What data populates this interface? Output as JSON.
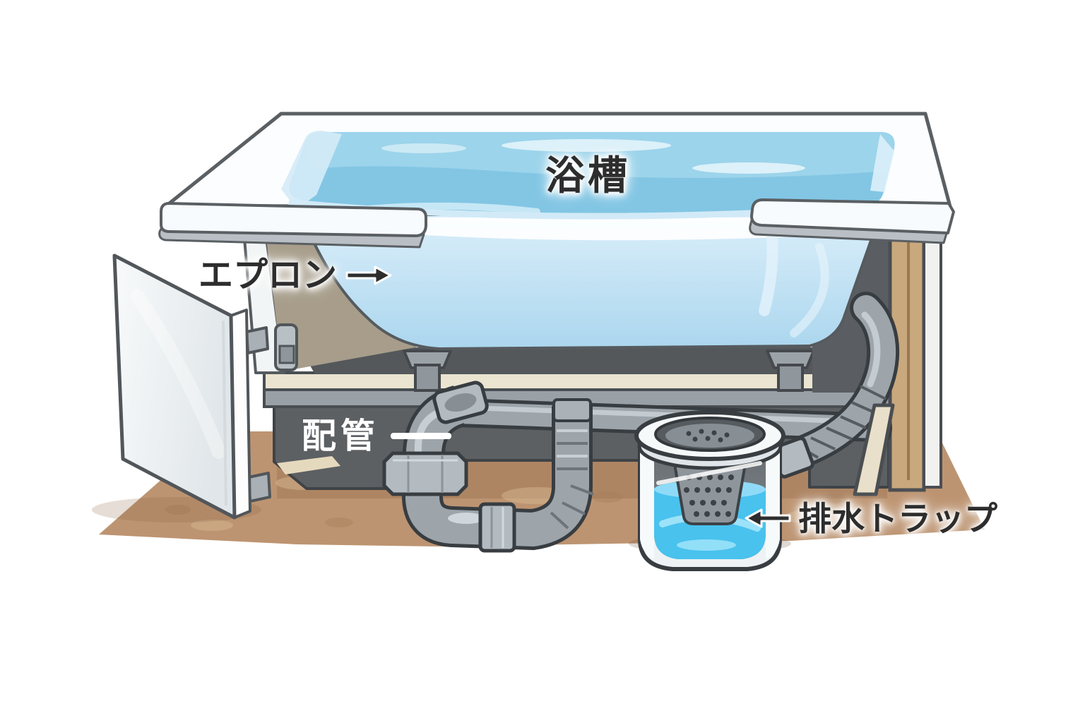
{
  "labels": {
    "bathtub": "浴槽",
    "apron": "エプロン",
    "piping": "配管",
    "drain_trap": "排水トラップ"
  },
  "icons": {
    "apron_arrow": "right-arrow",
    "drain_trap_arrow": "left-arrow",
    "piping_connector": "dash-line"
  },
  "colors": {
    "background": "#ffffff",
    "water": "#82c6e4",
    "water_light": "#a3d7ec",
    "tub_wall_top": "#d9eef9",
    "tub_wall_bottom": "#aed8ee",
    "rim_white": "#fbfdfe",
    "rim_lip_gray": "#b9bfc4",
    "outline": "#565b5f",
    "floor_tan": "#bd9471",
    "cavity_dark": "#5c6063",
    "rail_cream": "#eae4d0",
    "rail_gray": "#9aa1a6",
    "pipe_gray": "#9da5ab",
    "pipe_outline": "#383d41",
    "pipe_fitting": "#b3bac0",
    "trap_water": "#49c2ee",
    "strainer_gray": "#8e969c",
    "wood": "#c9a87d",
    "apron_panel": "#eef1f3",
    "label_text_dark": "#2d2d2d",
    "label_text_light": "#ffffff"
  }
}
